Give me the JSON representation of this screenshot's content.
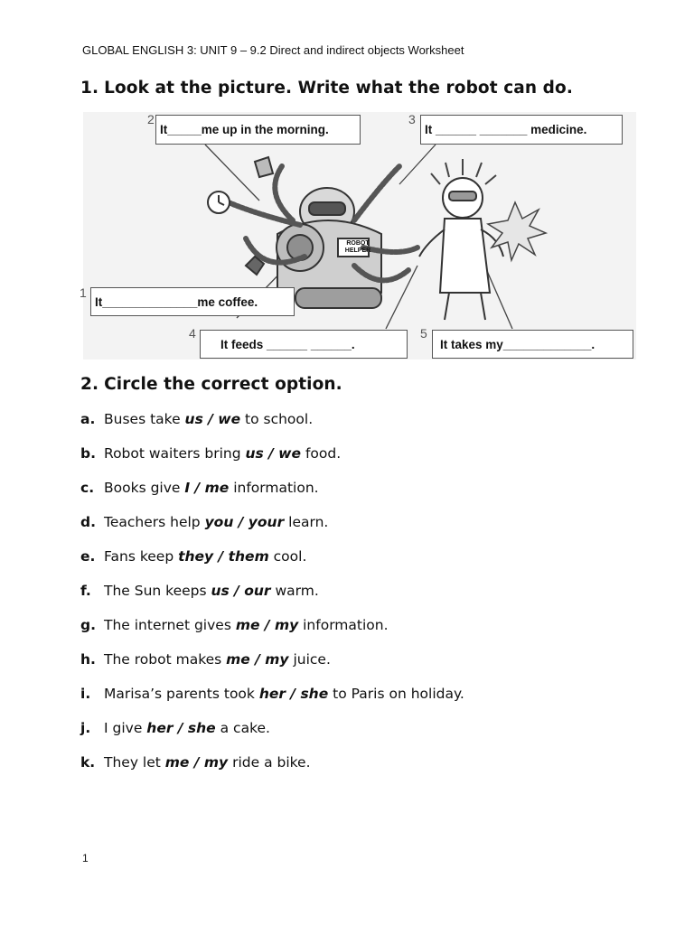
{
  "header": "GLOBAL ENGLISH 3: UNIT 9 – 9.2 Direct and indirect objects Worksheet",
  "section1": {
    "number": "1.",
    "title": "Look at the picture. Write what the robot can do."
  },
  "callouts": [
    {
      "number": "2",
      "text": "It_____me up in the morning."
    },
    {
      "number": "3",
      "text": "It ______ _______ medicine."
    },
    {
      "number": "1",
      "text": "It______________me coffee."
    },
    {
      "number": "4",
      "text": "It feeds ______ ______."
    },
    {
      "number": "5",
      "text": "It takes my_____________."
    }
  ],
  "robot_sign": "ROBOT HELPER",
  "section2": {
    "number": "2.",
    "title": "Circle the correct option."
  },
  "items": [
    {
      "letter": "a.",
      "before": "Buses take ",
      "options": "us / we",
      "after": " to school."
    },
    {
      "letter": "b.",
      "before": "Robot waiters bring ",
      "options": "us / we",
      "after": " food."
    },
    {
      "letter": "c.",
      "before": "Books give ",
      "options": "I / me",
      "after": " information."
    },
    {
      "letter": "d.",
      "before": "Teachers help ",
      "options": "you / your",
      "after": " learn."
    },
    {
      "letter": "e.",
      "before": "Fans keep ",
      "options": "they / them",
      "after": " cool."
    },
    {
      "letter": "f.",
      "before": "The Sun keeps ",
      "options": "us / our",
      "after": " warm."
    },
    {
      "letter": "g.",
      "before": "The internet gives ",
      "options": "me / my",
      "after": " information."
    },
    {
      "letter": "h.",
      "before": "The robot makes ",
      "options": "me / my",
      "after": " juice."
    },
    {
      "letter": "i.",
      "before": "Marisa’s parents took ",
      "options": "her / she",
      "after": " to Paris on holiday."
    },
    {
      "letter": "j.",
      "before": "I give ",
      "options": "her / she",
      "after": " a cake."
    },
    {
      "letter": "k.",
      "before": "They let ",
      "options": "me / my",
      "after": " ride a bike."
    }
  ],
  "page_number": "1"
}
